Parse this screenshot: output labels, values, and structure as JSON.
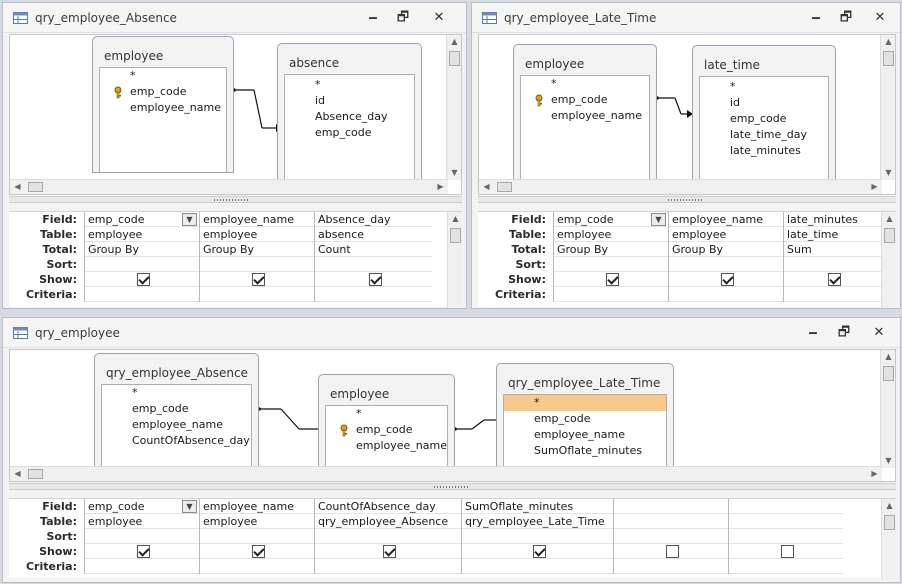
{
  "windows": [
    {
      "title": "qry_employee_Absence",
      "tables": [
        {
          "name": "employee",
          "fields": [
            "*",
            "emp_code",
            "employee_name"
          ],
          "key_field": "emp_code"
        },
        {
          "name": "absence",
          "fields": [
            "*",
            "id",
            "Absence_day",
            "emp_code"
          ],
          "key_field": ""
        }
      ],
      "row_labels": [
        "Field:",
        "Table:",
        "Total:",
        "Sort:",
        "Show:",
        "Criteria:"
      ],
      "columns": [
        {
          "field": "emp_code",
          "table": "employee",
          "total": "Group By",
          "sort": "",
          "show": true,
          "criteria": ""
        },
        {
          "field": "employee_name",
          "table": "employee",
          "total": "Group By",
          "sort": "",
          "show": true,
          "criteria": ""
        },
        {
          "field": "Absence_day",
          "table": "absence",
          "total": "Count",
          "sort": "",
          "show": true,
          "criteria": ""
        }
      ]
    },
    {
      "title": "qry_employee_Late_Time",
      "tables": [
        {
          "name": "employee",
          "fields": [
            "*",
            "emp_code",
            "employee_name"
          ],
          "key_field": "emp_code"
        },
        {
          "name": "late_time",
          "fields": [
            "*",
            "id",
            "emp_code",
            "late_time_day",
            "late_minutes"
          ],
          "key_field": ""
        }
      ],
      "row_labels": [
        "Field:",
        "Table:",
        "Total:",
        "Sort:",
        "Show:",
        "Criteria:"
      ],
      "columns": [
        {
          "field": "emp_code",
          "table": "employee",
          "total": "Group By",
          "sort": "",
          "show": true,
          "criteria": ""
        },
        {
          "field": "employee_name",
          "table": "employee",
          "total": "Group By",
          "sort": "",
          "show": true,
          "criteria": ""
        },
        {
          "field": "late_minutes",
          "table": "late_time",
          "total": "Sum",
          "sort": "",
          "show": true,
          "criteria": ""
        }
      ]
    },
    {
      "title": "qry_employee",
      "tables": [
        {
          "name": "qry_employee_Absence",
          "fields": [
            "*",
            "emp_code",
            "employee_name",
            "CountOfAbsence_day"
          ],
          "key_field": ""
        },
        {
          "name": "employee",
          "fields": [
            "*",
            "emp_code",
            "employee_name"
          ],
          "key_field": "emp_code"
        },
        {
          "name": "qry_employee_Late_Time",
          "fields": [
            "*",
            "emp_code",
            "employee_name",
            "SumOflate_minutes"
          ],
          "key_field": "",
          "highlighted": "*"
        }
      ],
      "row_labels": [
        "Field:",
        "Table:",
        "Sort:",
        "Show:",
        "Criteria:"
      ],
      "columns": [
        {
          "field": "emp_code",
          "table": "employee",
          "sort": "",
          "show": true,
          "criteria": ""
        },
        {
          "field": "employee_name",
          "table": "employee",
          "sort": "",
          "show": true,
          "criteria": ""
        },
        {
          "field": "CountOfAbsence_day",
          "table": "qry_employee_Absence",
          "sort": "",
          "show": true,
          "criteria": ""
        },
        {
          "field": "SumOflate_minutes",
          "table": "qry_employee_Late_Time",
          "sort": "",
          "show": true,
          "criteria": ""
        },
        {
          "field": "",
          "table": "",
          "sort": "",
          "show": false,
          "criteria": ""
        },
        {
          "field": "",
          "table": "",
          "sort": "",
          "show": false,
          "criteria": ""
        }
      ]
    }
  ],
  "caption_buttons": {
    "minimize": "🗕",
    "restore": "🗗",
    "close": "✕"
  },
  "icons": {
    "app": "query-design-icon",
    "key": "primary-key-icon",
    "dropdown": "chevron-down-icon"
  },
  "colors": {
    "highlight": "#f9c98a",
    "window_bg": "#f3f3f3"
  }
}
